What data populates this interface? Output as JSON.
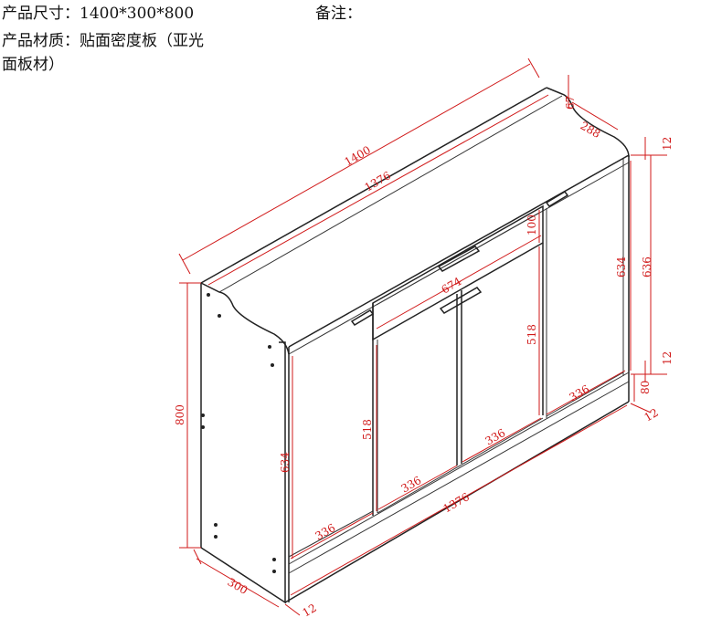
{
  "header": {
    "size_label": "产品尺寸：1400*300*800",
    "material_line1": "产品材质：贴面密度板（亚光",
    "material_line2": "面板材）",
    "remark_label": "备注："
  },
  "dimensions": {
    "total_length": "1400",
    "inner_length_top": "1376",
    "drawer_width": "674",
    "drawer_height": "100",
    "side_depth": "288",
    "top_step": "67",
    "top_panel": "12",
    "upper_thickness": "12",
    "right_height_634": "634",
    "right_height_636": "636",
    "plinth_thickness": "12",
    "plinth_height": "80",
    "base_depth_right": "336",
    "base_panel_12": "12",
    "height_800": "800",
    "left_height_634": "634",
    "door_height_518_left": "518",
    "door_height_518_right": "518",
    "door_width_336_a": "336",
    "door_width_336_b": "336",
    "door_width_336_c": "336",
    "inner_length_bottom": "1376",
    "depth_300": "300",
    "bottom_panel_12": "12"
  },
  "colors": {
    "dimension": "#d01818",
    "outline": "#222222"
  }
}
